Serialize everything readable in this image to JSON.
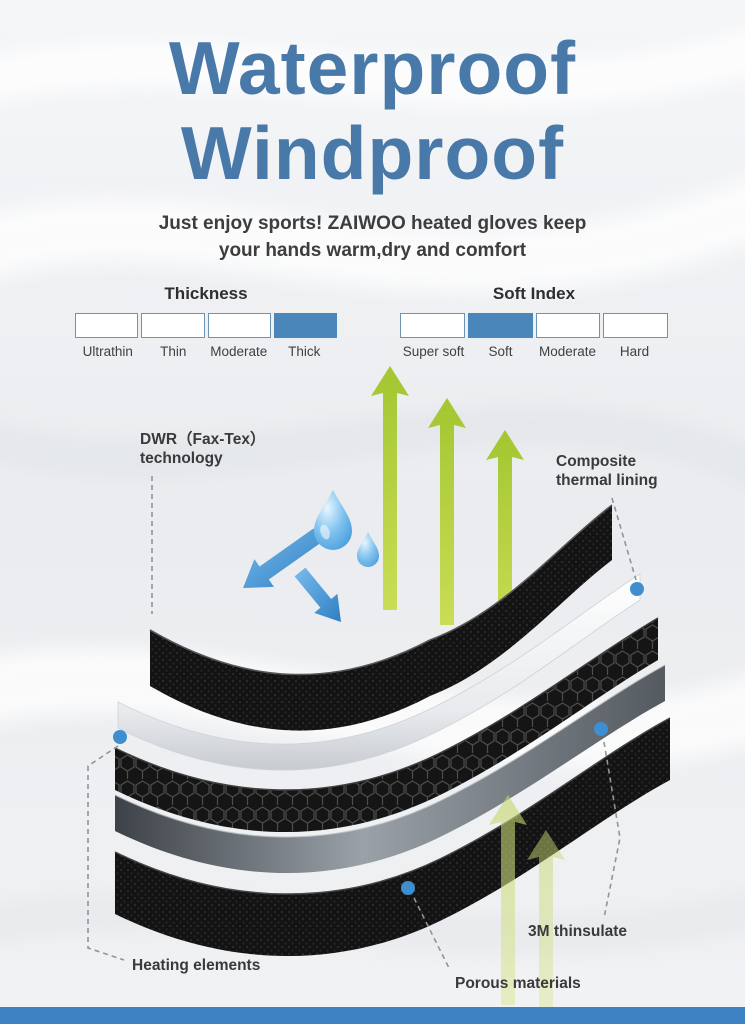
{
  "title": {
    "line1": "Waterproof",
    "line2": "Windproof"
  },
  "subtitle": {
    "line1": "Just enjoy sports! ZAIWOO heated gloves keep",
    "line2": "your hands warm,dry and comfort"
  },
  "meters": [
    {
      "name": "Thickness",
      "options": [
        "Ultrathin",
        "Thin",
        "Moderate",
        "Thick"
      ],
      "selected_index": 3,
      "selected_option": "Thick"
    },
    {
      "name": "Soft Index",
      "options": [
        "Super soft",
        "Soft",
        "Moderate",
        "Hard"
      ],
      "selected_index": 1,
      "selected_option": "Soft"
    }
  ],
  "callouts": {
    "dwr_line1": "DWR（Fax-Tex）",
    "dwr_line2": "technology",
    "composite_line1": "Composite",
    "composite_line2": "thermal lining",
    "heating": "Heating elements",
    "thinsulate": "3M thinsulate",
    "porous": "Porous materials"
  },
  "icons": {
    "up_arrow_icon": "breathability up arrow",
    "water_drop_icon": "water droplet",
    "bounce_arrow_icon": "water repel arrow",
    "callout_dot_icon": "blue marker dot"
  },
  "colors": {
    "title_blue": "#4879a8",
    "meter_fill_blue": "#4a86ba",
    "arrow_green": "#a8c83a",
    "water_blue": "#4f9fe0",
    "callout_dot_blue": "#3f8fd0",
    "footer_bar_blue": "#3e82c4"
  }
}
